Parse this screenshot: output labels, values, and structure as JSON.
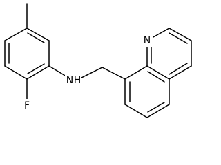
{
  "atom_labels": {
    "fluorine": "F",
    "amine": "N",
    "amine_h": "H",
    "quinoline_n": "N"
  }
}
